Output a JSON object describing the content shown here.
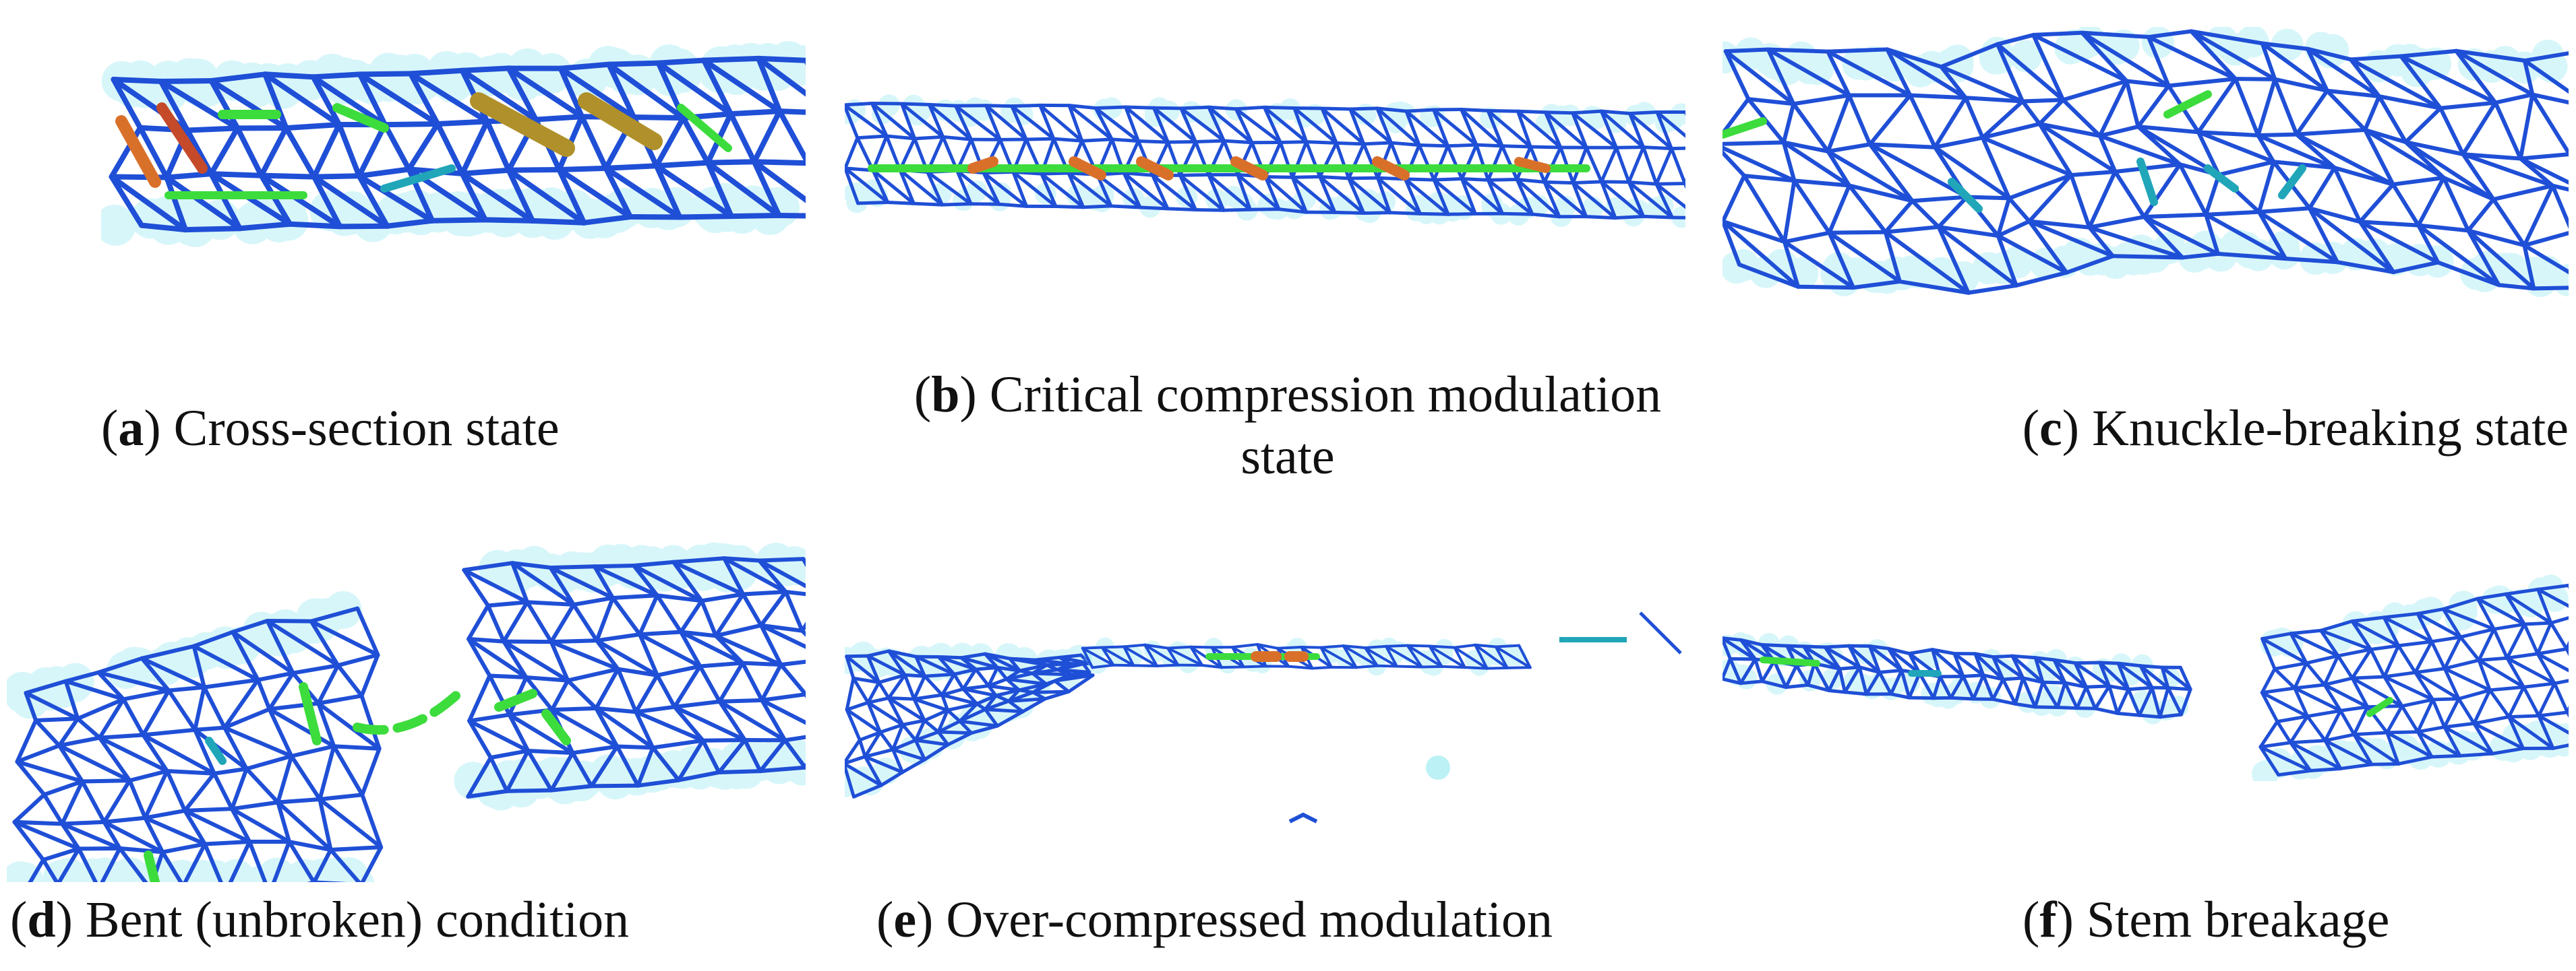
{
  "colors": {
    "blue": "#1f4fd6",
    "teal": "#20a6b8",
    "green": "#3cdc3c",
    "orange": "#d9702a",
    "halo": "#8fe8ef"
  },
  "panels": [
    {
      "id": "a",
      "prefix": "(",
      "letter": "a",
      "suffix": ") ",
      "text": "Cross-section state",
      "text2": ""
    },
    {
      "id": "b",
      "prefix": "(",
      "letter": "b",
      "suffix": ") ",
      "text": "Critical compression modulation",
      "text2": "state"
    },
    {
      "id": "c",
      "prefix": "(",
      "letter": "c",
      "suffix": ") ",
      "text": "Knuckle-breaking state",
      "text2": ""
    },
    {
      "id": "d",
      "prefix": "(",
      "letter": "d",
      "suffix": ") ",
      "text": "Bent (unbroken) condition",
      "text2": ""
    },
    {
      "id": "e",
      "prefix": "(",
      "letter": "e",
      "suffix": ") ",
      "text": "Over-compressed modulation",
      "text2": ""
    },
    {
      "id": "f",
      "prefix": "(",
      "letter": "f",
      "suffix": ") ",
      "text": "Stem breakage",
      "text2": ""
    }
  ]
}
